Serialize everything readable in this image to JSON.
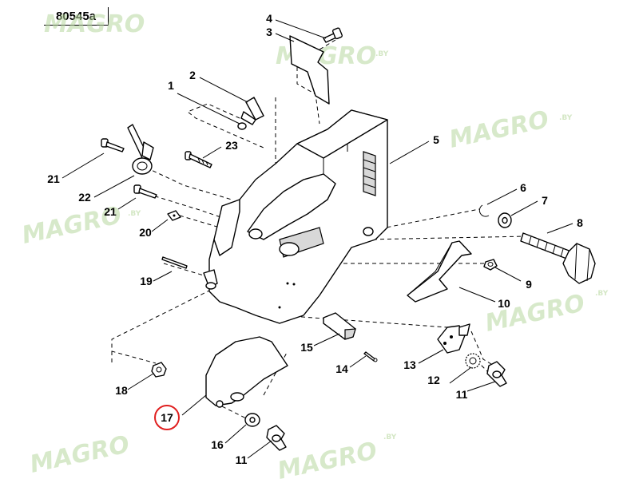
{
  "reference": "80545a",
  "watermark": {
    "text": "MAGRO",
    "suffix": ".BY",
    "color": "#b8d8a0"
  },
  "highlight_color": "#e02020",
  "callouts": [
    {
      "id": "c1",
      "label": "1"
    },
    {
      "id": "c2",
      "label": "2"
    },
    {
      "id": "c3",
      "label": "3"
    },
    {
      "id": "c4",
      "label": "4"
    },
    {
      "id": "c5",
      "label": "5"
    },
    {
      "id": "c6",
      "label": "6"
    },
    {
      "id": "c7",
      "label": "7"
    },
    {
      "id": "c8",
      "label": "8"
    },
    {
      "id": "c9",
      "label": "9"
    },
    {
      "id": "c10",
      "label": "10"
    },
    {
      "id": "c11a",
      "label": "11"
    },
    {
      "id": "c11b",
      "label": "11"
    },
    {
      "id": "c12",
      "label": "12"
    },
    {
      "id": "c13",
      "label": "13"
    },
    {
      "id": "c14",
      "label": "14"
    },
    {
      "id": "c15",
      "label": "15"
    },
    {
      "id": "c16",
      "label": "16"
    },
    {
      "id": "c17",
      "label": "17",
      "highlighted": true
    },
    {
      "id": "c18",
      "label": "18"
    },
    {
      "id": "c19",
      "label": "19"
    },
    {
      "id": "c20",
      "label": "20"
    },
    {
      "id": "c21a",
      "label": "21"
    },
    {
      "id": "c21b",
      "label": "21"
    },
    {
      "id": "c22",
      "label": "22"
    },
    {
      "id": "c23",
      "label": "23"
    }
  ]
}
